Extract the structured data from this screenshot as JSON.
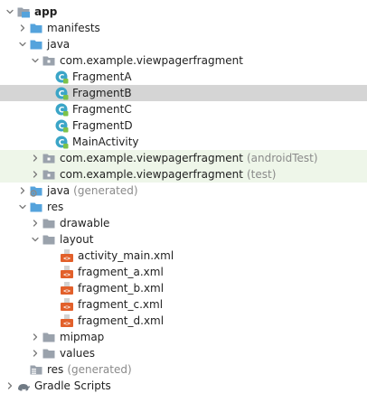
{
  "tree": {
    "app": "app",
    "manifests": "manifests",
    "java": "java",
    "package_main": "com.example.viewpagerfragment",
    "classes": [
      "FragmentA",
      "FragmentB",
      "FragmentC",
      "FragmentD",
      "MainActivity"
    ],
    "package_android_test": "com.example.viewpagerfragment",
    "package_android_test_suffix": "(androidTest)",
    "package_test": "com.example.viewpagerfragment",
    "package_test_suffix": "(test)",
    "java_generated": "java",
    "java_generated_suffix": "(generated)",
    "res": "res",
    "drawable": "drawable",
    "layout": "layout",
    "layout_files": [
      "activity_main.xml",
      "fragment_a.xml",
      "fragment_b.xml",
      "fragment_c.xml",
      "fragment_d.xml"
    ],
    "mipmap": "mipmap",
    "values": "values",
    "res_generated": "res",
    "res_generated_suffix": "(generated)",
    "gradle_scripts": "Gradle Scripts"
  },
  "selected_item": "FragmentB",
  "colors": {
    "folder_blue": "#55a3dc",
    "folder_gray": "#9aa2ac",
    "class_teal": "#3ba5c7",
    "xml_orange": "#e2602b",
    "selection": "#d5d5d5",
    "test_highlight": "#eef6e9"
  },
  "icons": {
    "module": "module-folder-icon",
    "folder": "folder-icon",
    "package": "package-icon",
    "class": "android-class-icon",
    "xml": "xml-layout-file-icon",
    "gradle": "gradle-elephant-icon"
  }
}
